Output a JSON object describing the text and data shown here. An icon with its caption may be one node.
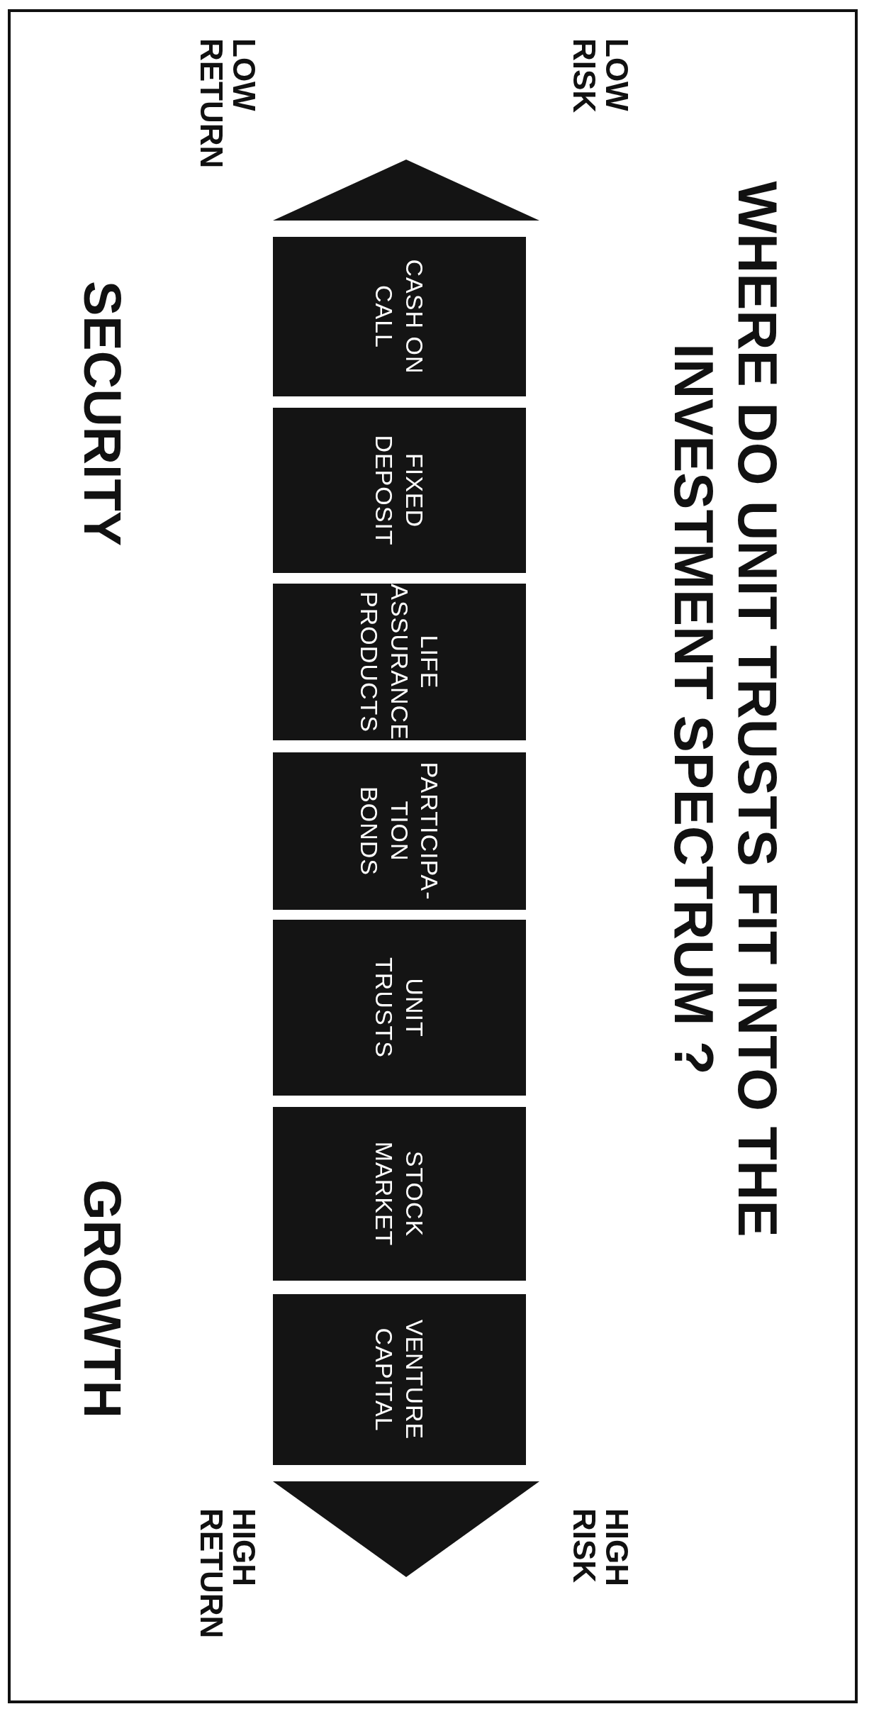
{
  "diagram": {
    "title": "WHERE DO UNIT TRUSTS FIT INTO THE INVESTMENT SPECTRUM ?",
    "nodes": [
      {
        "text": [
          "CASH ON CALL"
        ]
      },
      {
        "text": [
          "FIXED DEPOSIT"
        ]
      },
      {
        "text": [
          "LIFE ASSURANCE PRODUCTS"
        ]
      },
      {
        "text": [
          "PARTICIPA-TION BONDS"
        ]
      },
      {
        "text": [
          "UNIT TRUSTS"
        ]
      },
      {
        "text": [
          "STOCK MARKET"
        ]
      },
      {
        "text": [
          "VENTURE CAPITAL"
        ]
      }
    ],
    "labels": [
      "LOW RISK",
      "LOW RETURN",
      "SECURITY",
      "GROWTH",
      "HIGH RISK",
      "HIGH RETURN"
    ]
  }
}
